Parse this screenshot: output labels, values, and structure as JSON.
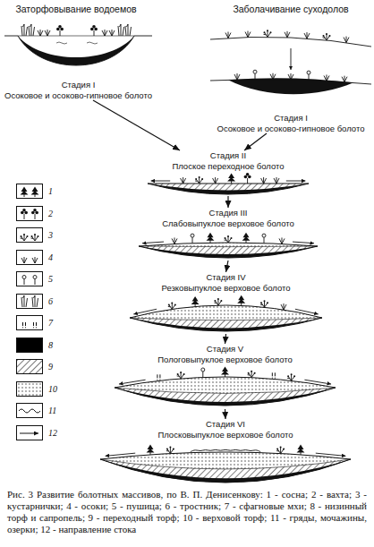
{
  "diagram": {
    "caption": "Рис. 3 Развитие болотных массивов, по В. П. Денисенкову: 1 - сосна; 2 - вахта; 3 - кустарнички; 4 - осоки; 5 - пушица; 6 - тростник; 7 - сфагновые мхи; 8 - низинный торф и сапропель; 9 - переходный торф; 10 - верховой торф; 11 - гряды, мочажины, озерки; 12 - направление стока",
    "nodes": [
      {
        "text": [
          "Стадия I",
          "Осоковое и осоково-гипновое болото"
        ]
      },
      {
        "text": [
          "Стадия I",
          "Осоковое и осоково-гипновое болото"
        ]
      },
      {
        "text": [
          "Стадия II",
          "Плоское переходное болото"
        ]
      },
      {
        "text": [
          "Стадия III",
          "Слабовыпуклое верховое болото"
        ]
      },
      {
        "text": [
          "Стадия IV",
          "Резковыпуклое верховое болото"
        ]
      },
      {
        "text": [
          "Стадия V",
          "Пологовыпуклое верховое болото"
        ]
      },
      {
        "text": [
          "Стадия VI",
          "Плосковыпуклое верховое болото"
        ]
      }
    ],
    "edges": [
      {
        "from": 0,
        "to": 2,
        "arrow": "to"
      },
      {
        "from": 1,
        "to": 2,
        "arrow": "to"
      },
      {
        "from": 2,
        "to": 3,
        "arrow": "to"
      },
      {
        "from": 3,
        "to": 4,
        "arrow": "to"
      },
      {
        "from": 4,
        "to": 5,
        "arrow": "to"
      },
      {
        "from": 5,
        "to": 6,
        "arrow": "to"
      }
    ],
    "labels": [
      "Заторфовывание водоемов",
      "Заболачивание суходолов"
    ],
    "legend": [
      {
        "text": "1"
      },
      {
        "text": "2"
      },
      {
        "text": "3"
      },
      {
        "text": "4"
      },
      {
        "text": "5"
      },
      {
        "text": "6"
      },
      {
        "text": "7"
      },
      {
        "text": "8",
        "color": "#000000"
      },
      {
        "text": "9"
      },
      {
        "text": "10"
      },
      {
        "text": "11"
      },
      {
        "text": "12"
      }
    ]
  }
}
